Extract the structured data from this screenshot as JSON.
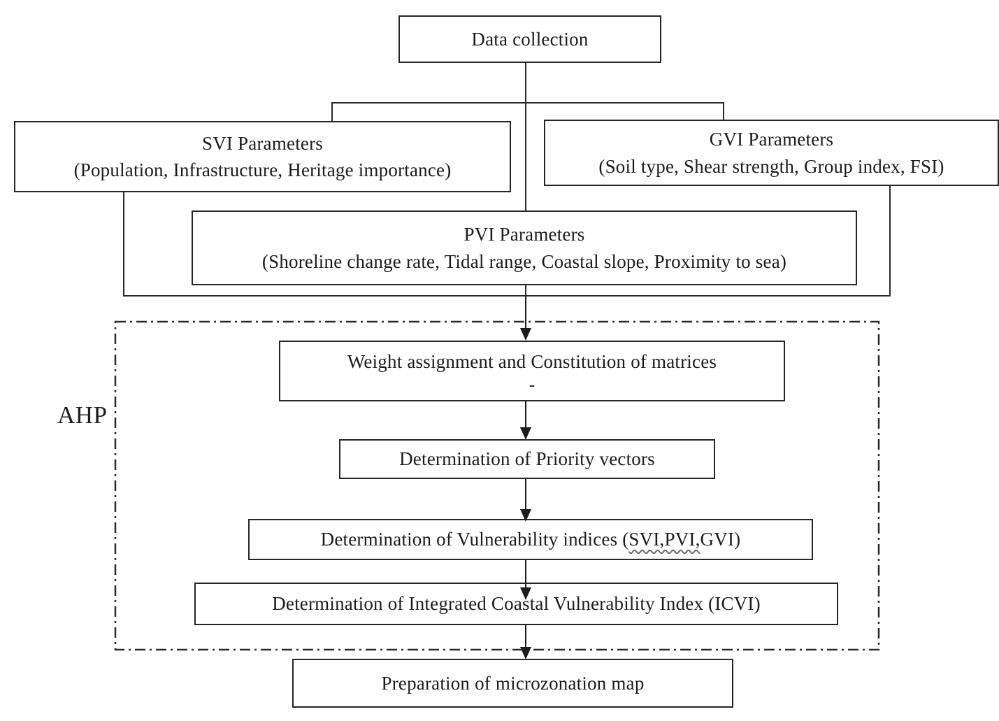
{
  "flowchart": {
    "nodes": {
      "data_collection": {
        "label": "Data collection"
      },
      "svi": {
        "title": "SVI Parameters",
        "detail": "(Population, Infrastructure, Heritage importance)"
      },
      "gvi": {
        "title": "GVI Parameters",
        "detail": "(Soil type, Shear strength, Group index, FSI)"
      },
      "pvi": {
        "title": "PVI Parameters",
        "detail": "(Shoreline change rate, Tidal range, Coastal slope, Proximity to sea)"
      },
      "weight_assignment": {
        "title": "Weight assignment and Constitution of matrices",
        "detail": "-"
      },
      "priority_vectors": {
        "label": "Determination of Priority vectors"
      },
      "vulnerability_indices": {
        "label_pre": "Determination of Vulnerability indices (",
        "label_wavy": "SVI,PVI,",
        "label_post": "GVI)"
      },
      "icvi": {
        "label": "Determination of Integrated Coastal Vulnerability Index (ICVI)"
      },
      "microzonation": {
        "label": "Preparation of microzonation map"
      }
    },
    "group": {
      "label": "AHP"
    },
    "colors": {
      "ink": "#1c1c1c",
      "background": "#ffffff",
      "wavy_underline": "#6a6a6a"
    }
  }
}
